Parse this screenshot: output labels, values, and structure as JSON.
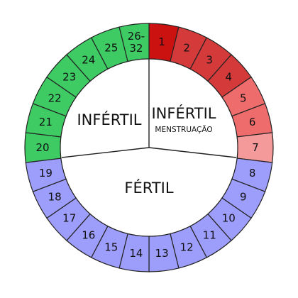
{
  "segments": [
    {
      "label": "1",
      "phase": "menstrual"
    },
    {
      "label": "2",
      "phase": "menstrual"
    },
    {
      "label": "3",
      "phase": "menstrual"
    },
    {
      "label": "4",
      "phase": "menstrual"
    },
    {
      "label": "5",
      "phase": "menstrual-light"
    },
    {
      "label": "6",
      "phase": "menstrual-light"
    },
    {
      "label": "7",
      "phase": "menstrual-pale"
    },
    {
      "label": "8",
      "phase": "fertile"
    },
    {
      "label": "9",
      "phase": "fertile"
    },
    {
      "label": "10",
      "phase": "fertile"
    },
    {
      "label": "11",
      "phase": "fertile"
    },
    {
      "label": "12",
      "phase": "fertile"
    },
    {
      "label": "13",
      "phase": "fertile"
    },
    {
      "label": "14",
      "phase": "fertile"
    },
    {
      "label": "15",
      "phase": "fertile"
    },
    {
      "label": "16",
      "phase": "fertile"
    },
    {
      "label": "17",
      "phase": "fertile"
    },
    {
      "label": "18",
      "phase": "fertile"
    },
    {
      "label": "19",
      "phase": "fertile"
    },
    {
      "label": "20",
      "phase": "infertile"
    },
    {
      "label": "21",
      "phase": "infertile"
    },
    {
      "label": "22",
      "phase": "infertile"
    },
    {
      "label": "23",
      "phase": "infertile"
    },
    {
      "label": "24",
      "phase": "infertile"
    },
    {
      "label": "25",
      "phase": "infertile"
    },
    {
      "label": "26-32",
      "phase": "infertile"
    }
  ],
  "phase_colors": {
    "menstrual": "#d43a3a",
    "menstrual-first": "#cc1111",
    "menstrual-light": "#ee6c6c",
    "menstrual-pale": "#f59a9a",
    "fertile": "#9d9dfb",
    "infertile": "#3ecb64"
  },
  "sectors": {
    "infertile_left": "INFÉRTIL",
    "infertile_right": "INFÉRTIL",
    "menstruation_note": "MENSTRUAÇÃO",
    "fertile": "FÉRTIL"
  }
}
